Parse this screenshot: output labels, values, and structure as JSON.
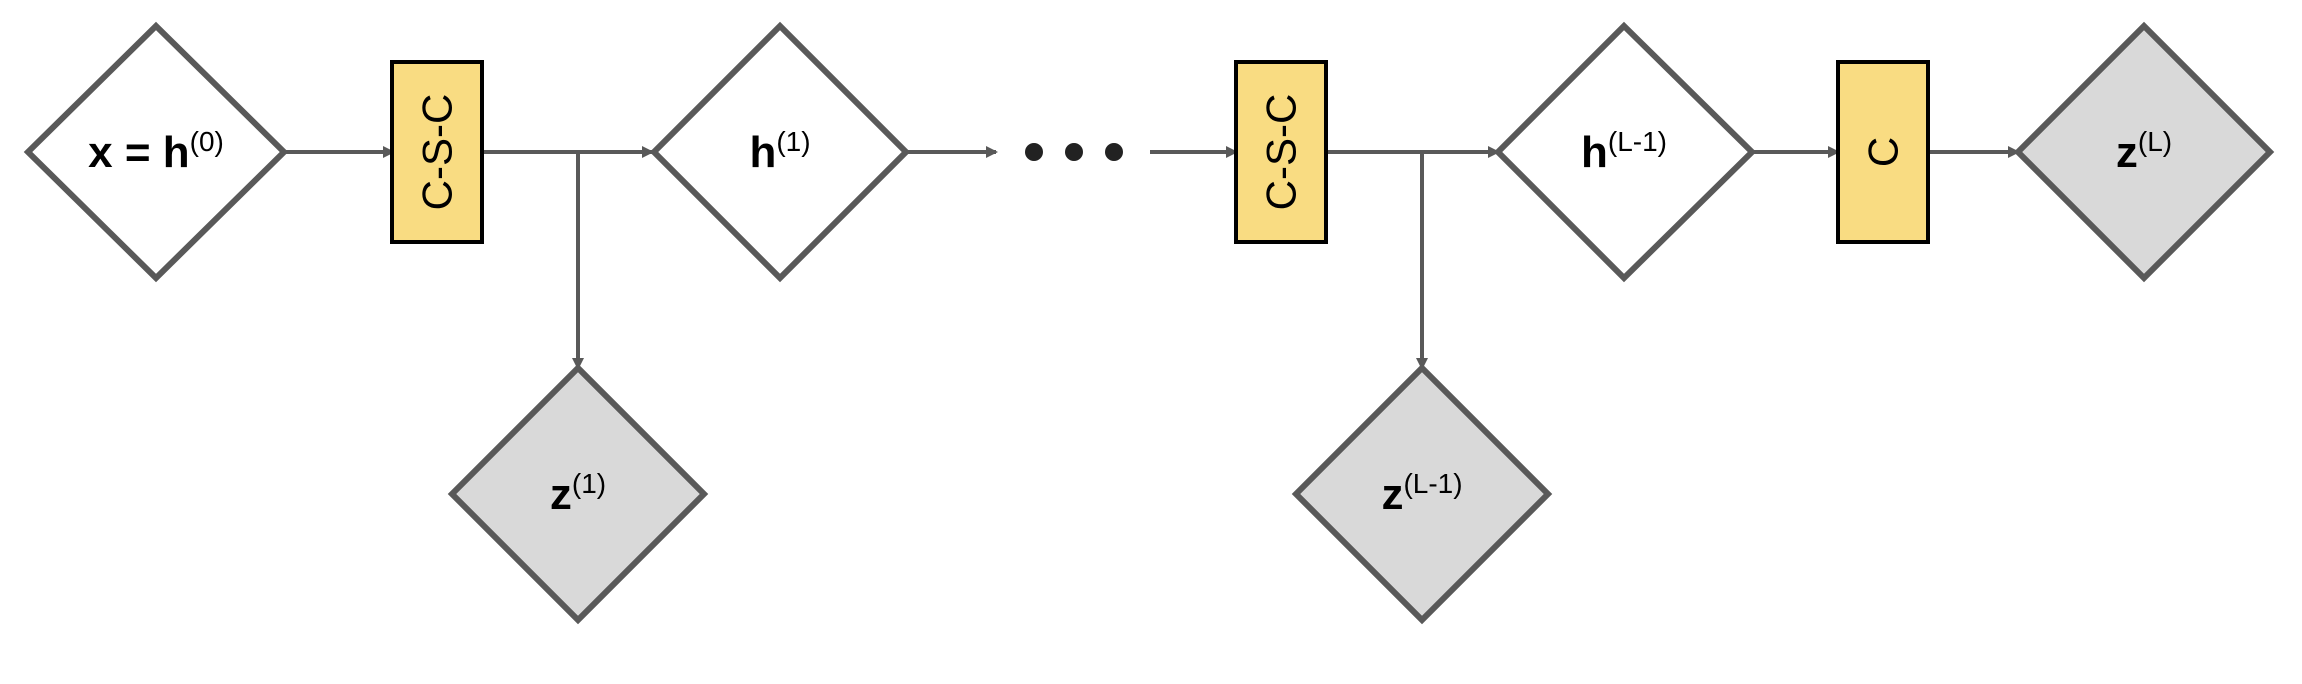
{
  "diagram": {
    "nodes": {
      "input": {
        "main": "x = h",
        "sup": "(0)"
      },
      "h1": {
        "main": "h",
        "sup": "(1)"
      },
      "hL1": {
        "main": "h",
        "sup": "(L-1)"
      },
      "z1": {
        "main": "z",
        "sup": "(1)"
      },
      "zL1": {
        "main": "z",
        "sup": "(L-1)"
      },
      "zL": {
        "main": "z",
        "sup": "(L)"
      }
    },
    "blocks": {
      "csc1": "C-S-C",
      "csc2": "C-S-C",
      "c": "C"
    },
    "colors": {
      "block_fill": "#f9dc82",
      "output_fill": "#d9d9d9",
      "hidden_fill": "#ffffff",
      "stroke": "#595959",
      "block_stroke": "#000000"
    }
  }
}
